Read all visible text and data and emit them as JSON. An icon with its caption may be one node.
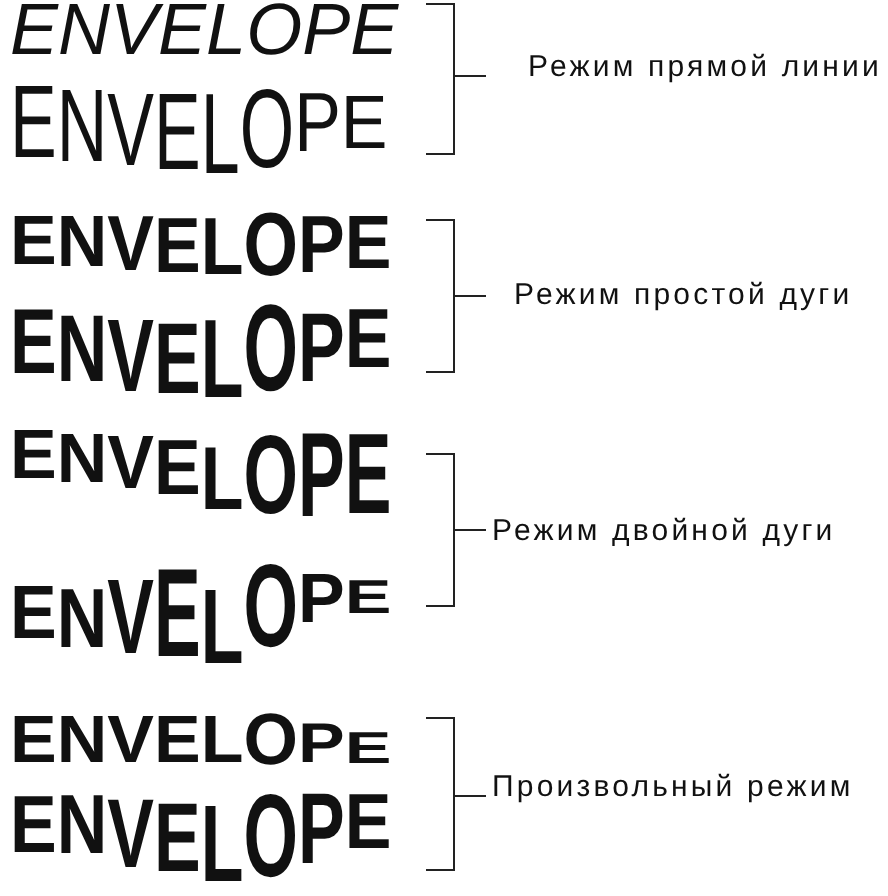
{
  "diagram": {
    "labels": [
      "ENVELOPE",
      "Режим прямой линии",
      "ENVELOPE",
      "ENVELOPE",
      "Режим простой дуги",
      "ENVELOPE",
      "ENVELOPE",
      "Режим двойной дуги",
      "ENVELOPE",
      "ENVELOPE",
      "Произвольный режим",
      "ENVELOPE"
    ]
  }
}
